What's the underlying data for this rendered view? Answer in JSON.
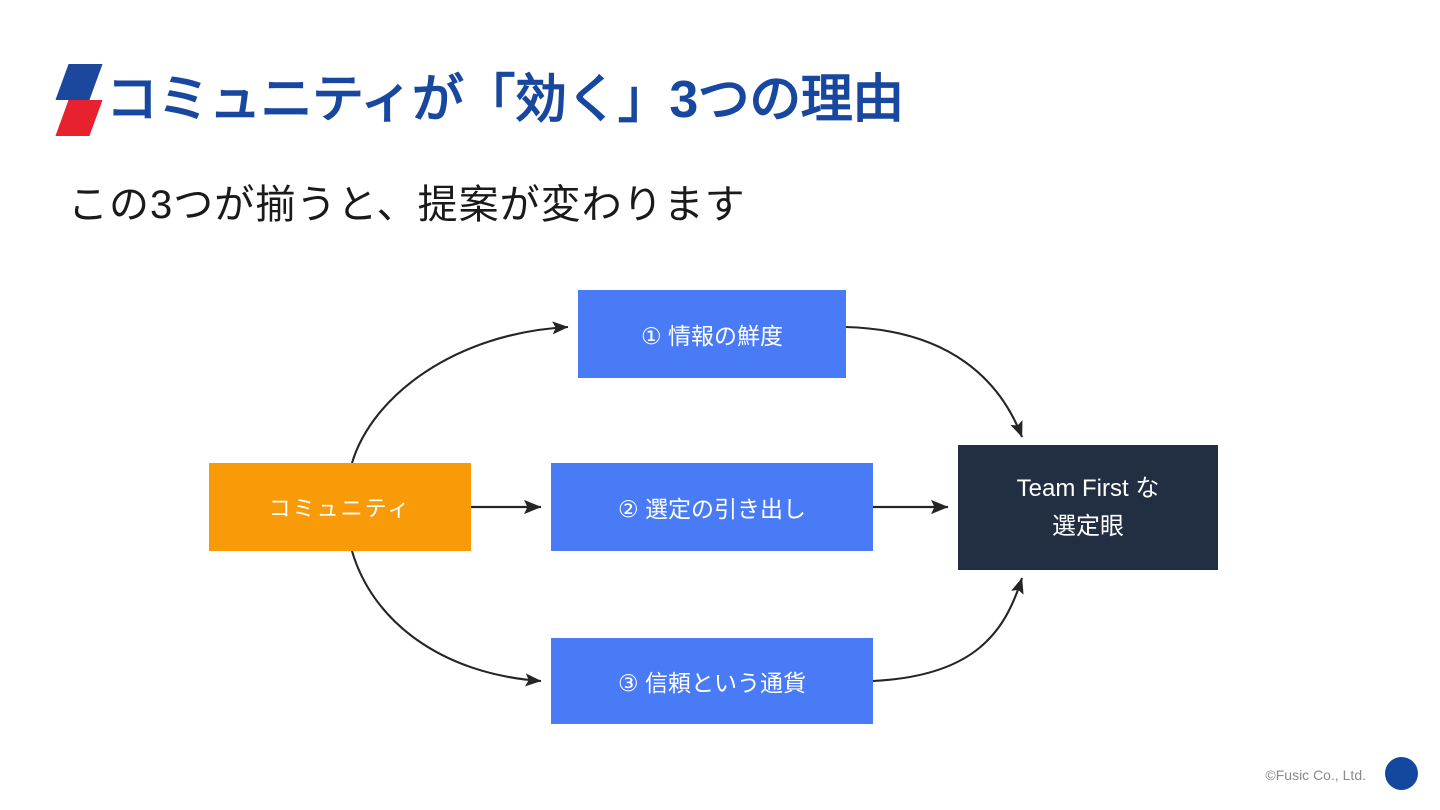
{
  "slide": {
    "title": "コミュニティが「効く」3つの理由",
    "subtitle": "この3つが揃うと、提案が変わります",
    "title_color": "#17479e",
    "accent_top_color": "#1b479d",
    "accent_bottom_color": "#e8212e"
  },
  "diagram": {
    "type": "flow",
    "source": {
      "label": "コミュニティ",
      "color": "#f99b09"
    },
    "reasons": [
      {
        "label": "① 情報の鮮度",
        "color": "#4a7bf7"
      },
      {
        "label": "② 選定の引き出し",
        "color": "#4a7bf7"
      },
      {
        "label": "③ 信頼という通貨",
        "color": "#4a7bf7"
      }
    ],
    "outcome": {
      "label": "Team First な\n選定眼",
      "color": "#222f42"
    },
    "arrow_color": "#252525"
  },
  "footer": {
    "copyright": "©Fusic Co., Ltd.",
    "dot_color": "#14479e"
  }
}
